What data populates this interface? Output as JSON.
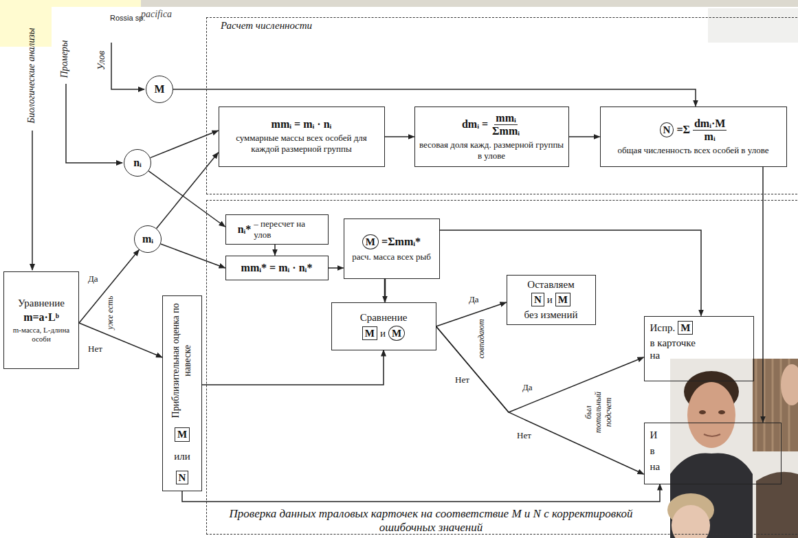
{
  "diagram": {
    "nodes": [
      {
        "text": [
          "Расчет численности"
        ]
      },
      {
        "text": [
          "M"
        ]
      },
      {
        "text": [
          "nᵢ"
        ]
      },
      {
        "text": [
          "mmᵢ = mᵢ · nᵢ",
          "суммарные массы всех особей для каждой размерной группы"
        ],
        "in": 0
      },
      {
        "text": [
          "dmᵢ =",
          "mmᵢ",
          "Σmmᵢ",
          "весовая доля кажд. размерной группы в улове"
        ],
        "in": 0
      },
      {
        "text": [
          "N",
          "=Σ",
          "dmᵢ·M",
          "mᵢ",
          "общая численность всех особей в улове"
        ],
        "in": 0
      },
      {
        "text": [
          "Уравнение",
          "m=a·Lᵇ",
          "m-масса, L-длина особи"
        ]
      },
      {
        "text": [
          "mᵢ"
        ]
      },
      {
        "text": [
          "Проверка данных траловых карточек на соответствие M и N с корректировкой ошибочных значений"
        ]
      },
      {
        "text": [
          "nᵢ*",
          "– пересчет на улов"
        ],
        "in": 8
      },
      {
        "text": [
          "mmᵢ* = mᵢ · nᵢ*"
        ],
        "in": 8
      },
      {
        "text": [
          "M",
          "=Σmmᵢ*",
          "расч. масса всех рыб"
        ],
        "in": 8
      },
      {
        "text": [
          "Приблизительная оценка по навеске",
          "M",
          "или",
          "N"
        ]
      },
      {
        "text": [
          "Сравнение",
          "M",
          "и",
          "M"
        ],
        "in": 8
      },
      {
        "text": [
          "Оставляем",
          "N",
          "и",
          "M",
          "без измений"
        ],
        "in": 8
      },
      {
        "text": [
          "Испр.",
          "M",
          "в карточке на"
        ],
        "in": 8
      },
      {
        "text": [
          "И в на"
        ],
        "in": 8
      }
    ],
    "edges": [
      {
        "from": 1,
        "to": 5,
        "arrow": "to"
      },
      {
        "from": 2,
        "to": 3,
        "arrow": "to"
      },
      {
        "from": 3,
        "to": 4,
        "arrow": "to"
      },
      {
        "from": 4,
        "to": 5,
        "arrow": "to"
      },
      {
        "from": 7,
        "to": 3,
        "arrow": "to"
      },
      {
        "from": 2,
        "to": 9,
        "arrow": "to"
      },
      {
        "from": 7,
        "to": 10,
        "arrow": "to"
      },
      {
        "from": 6,
        "to": 7,
        "label": "Да",
        "arrow": "to"
      },
      {
        "from": 6,
        "to": 12,
        "label": "Нет",
        "arrow": "to"
      },
      {
        "from": 9,
        "to": 10,
        "arrow": "to"
      },
      {
        "from": 10,
        "to": 11,
        "arrow": "to"
      },
      {
        "from": 11,
        "to": 13,
        "arrow": "to"
      },
      {
        "from": 12,
        "to": 13,
        "arrow": "to"
      },
      {
        "from": 12,
        "to": 16,
        "arrow": "to"
      },
      {
        "from": 13,
        "to": 14,
        "label": "Да",
        "arrow": "to"
      },
      {
        "from": 13,
        "to": 15,
        "label": "Да",
        "arrow": "to"
      },
      {
        "from": 13,
        "to": 16,
        "label": "Нет",
        "arrow": "to"
      },
      {
        "from": 11,
        "to": 15,
        "arrow": "to"
      },
      {
        "from": 5,
        "to": 16,
        "arrow": "to"
      }
    ],
    "labels": [
      "Rossia sp.",
      "pacifica",
      "Биологические анализы",
      "Промеры",
      "Улов",
      "уже есть",
      "совпадают",
      "Нет",
      "был тотальный подсчет"
    ]
  }
}
